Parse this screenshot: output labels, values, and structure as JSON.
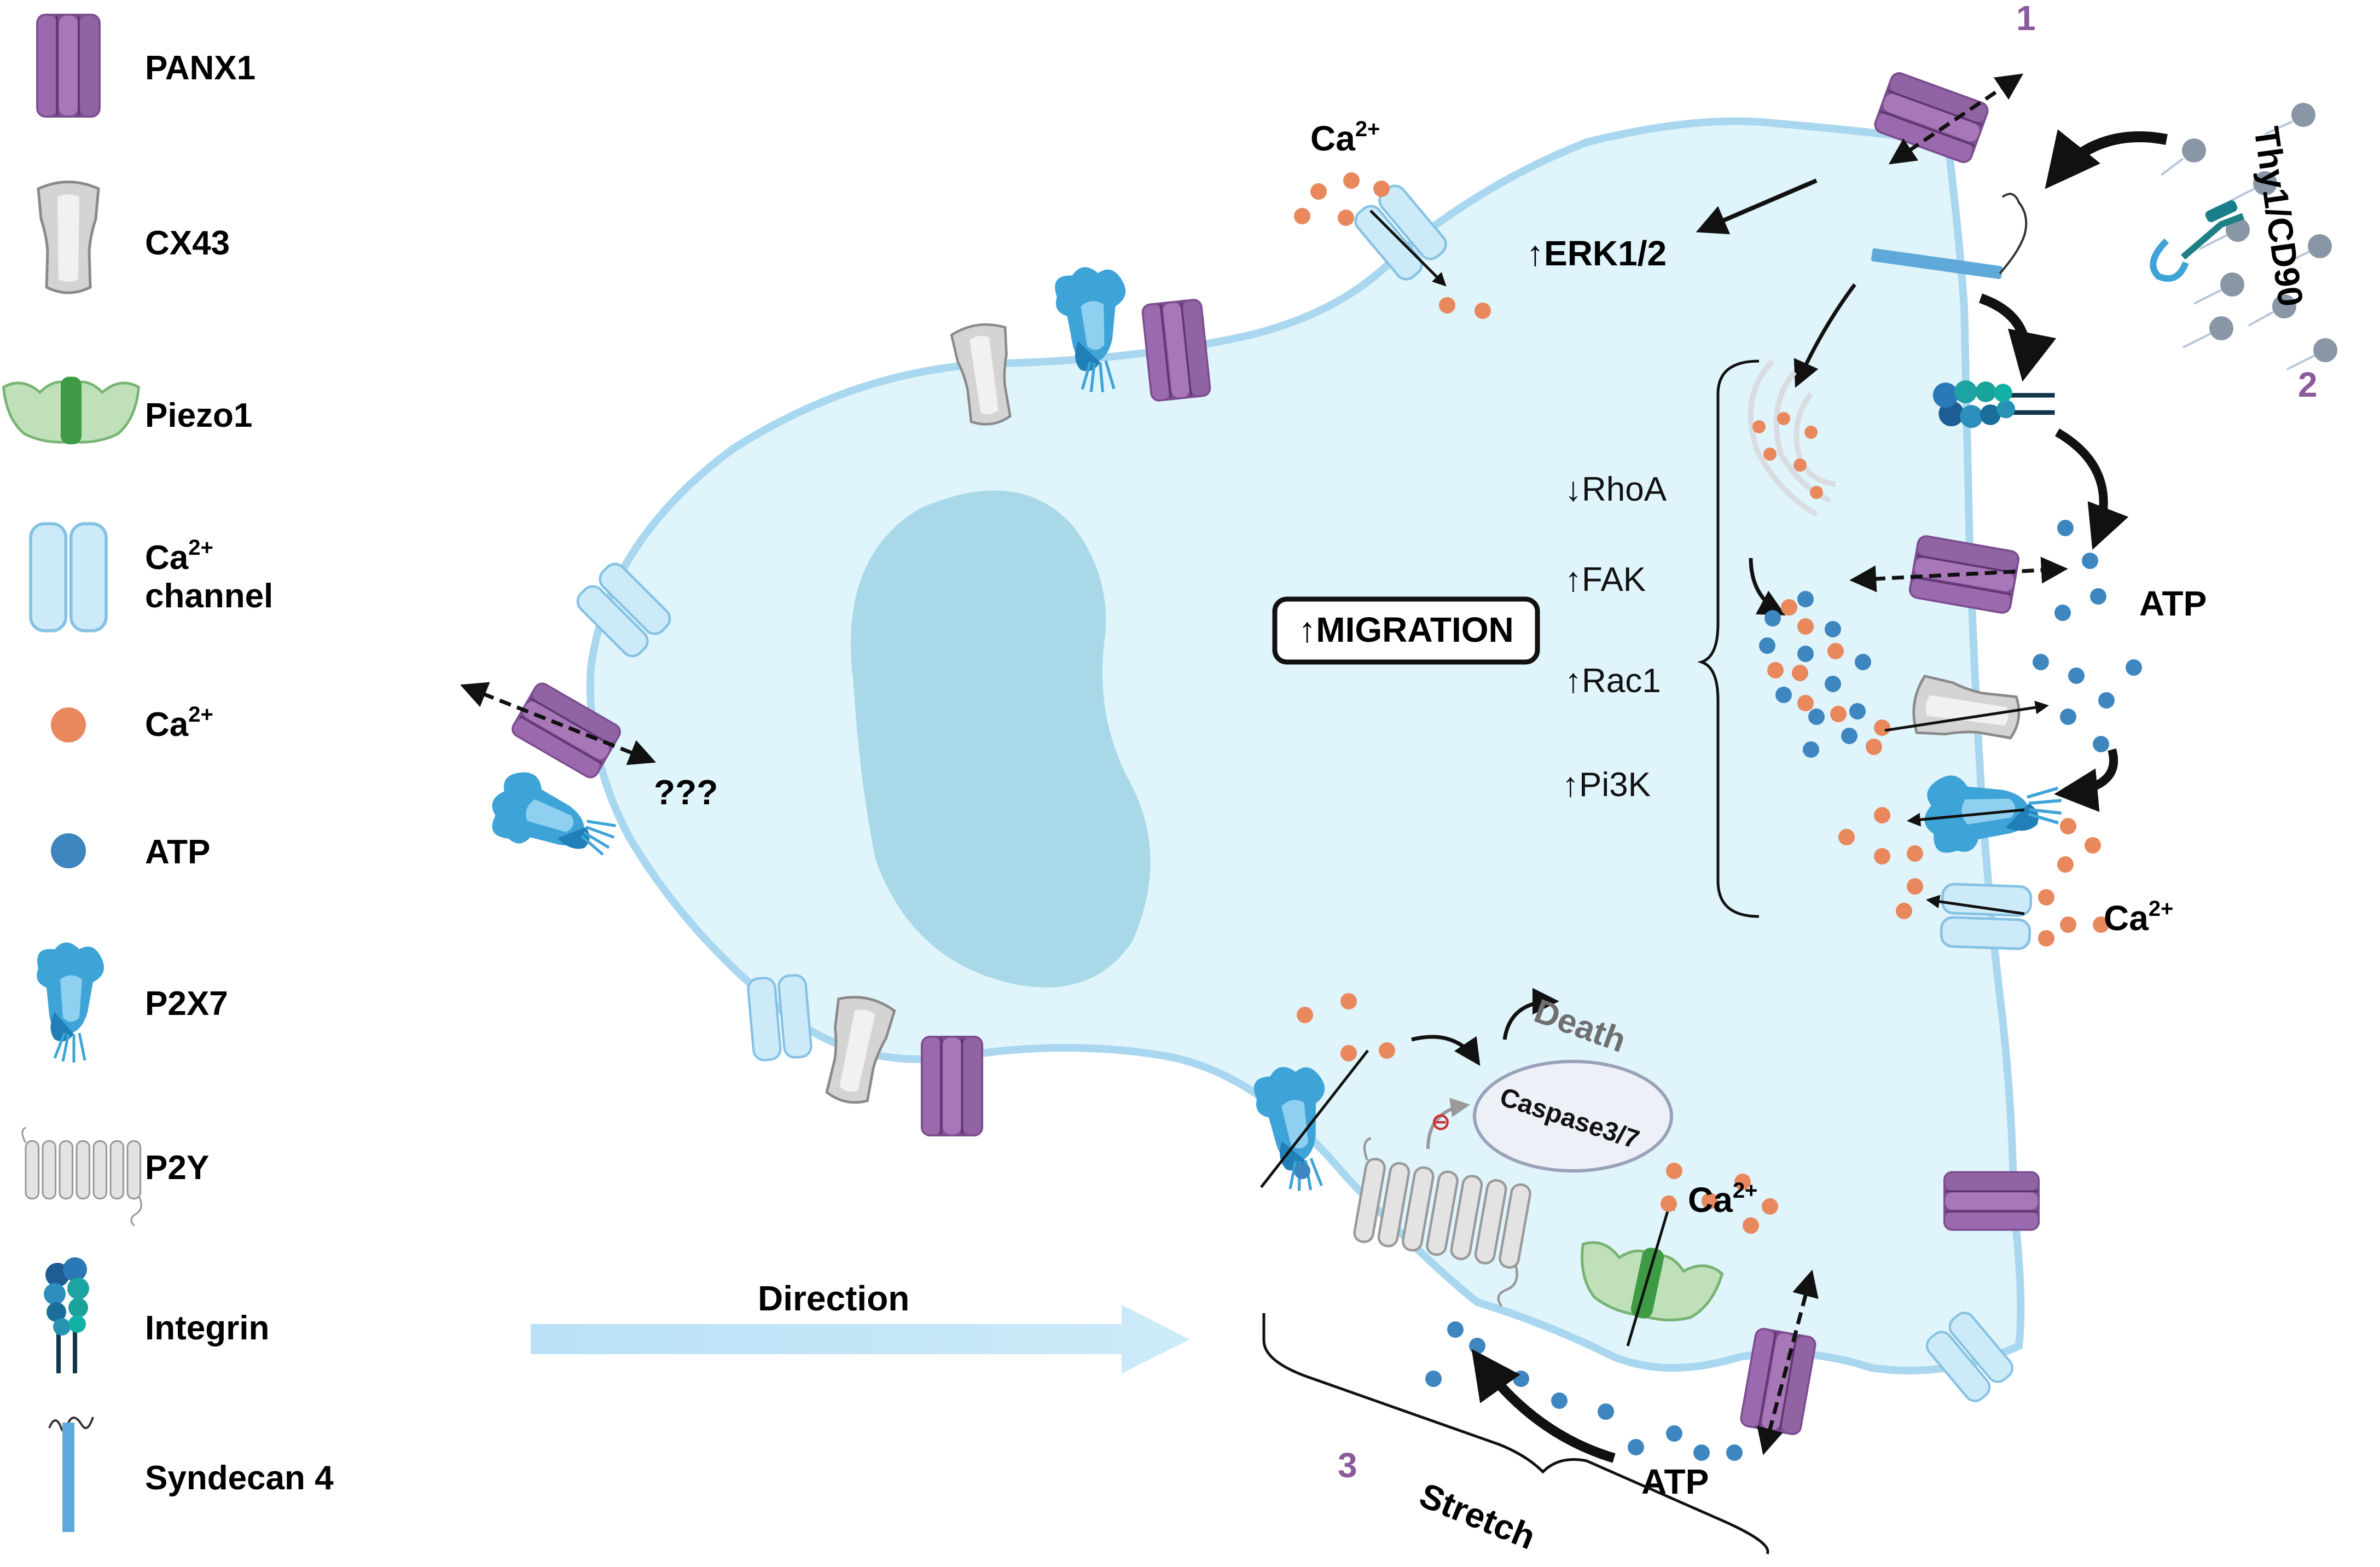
{
  "legend": {
    "panx1": "PANX1",
    "cx43": "CX43",
    "piezo1": "Piezo1",
    "ca_channel_line1": "Ca",
    "ca_channel_sup": "2+",
    "ca_channel_line2": "channel",
    "ca_ion": "Ca",
    "ca_ion_sup": "2+",
    "atp": "ATP",
    "p2x7": "P2X7",
    "p2y": "P2Y",
    "integrin": "Integrin",
    "syndecan4": "Syndecan 4"
  },
  "diagram": {
    "unknown": "???",
    "direction": "Direction",
    "migration": "↑MIGRATION",
    "erk": "↑ERK1/2",
    "rhoa": "↓RhoA",
    "fak": "↑FAK",
    "rac1": "↑Rac1",
    "pi3k": "↑Pi3K",
    "thy1": "Thy1/CD90",
    "atp_right": "ATP",
    "atp_bottom": "ATP",
    "ca_top": "Ca",
    "ca_top_sup": "2+",
    "ca_right": "Ca",
    "ca_right_sup": "2+",
    "ca_bottom": "Ca",
    "ca_bottom_sup": "2+",
    "death": "Death",
    "caspase": "Caspase3/7",
    "stretch": "Stretch",
    "num1": "1",
    "num2": "2",
    "num3": "3",
    "inhibit": "⊖"
  },
  "colors": {
    "panx1": "#8b5a9b",
    "cx43": "#bdbdbd",
    "piezo1": "#7fb77e",
    "ca_channel": "#bfe3f5",
    "ca_ion": "#e8885c",
    "atp": "#3e86bf",
    "p2x7": "#3ea4d8",
    "cell_fill": "#e0f4fc",
    "cell_stroke": "#a9d7ef",
    "nucleus": "#a9d9e8",
    "number_label": "#8b5a9b"
  },
  "icons": [
    "panx1-icon",
    "cx43-icon",
    "piezo1-icon",
    "ca-channel-icon",
    "ca-ion-icon",
    "atp-icon",
    "p2x7-icon",
    "p2y-icon",
    "integrin-icon",
    "syndecan4-icon"
  ]
}
